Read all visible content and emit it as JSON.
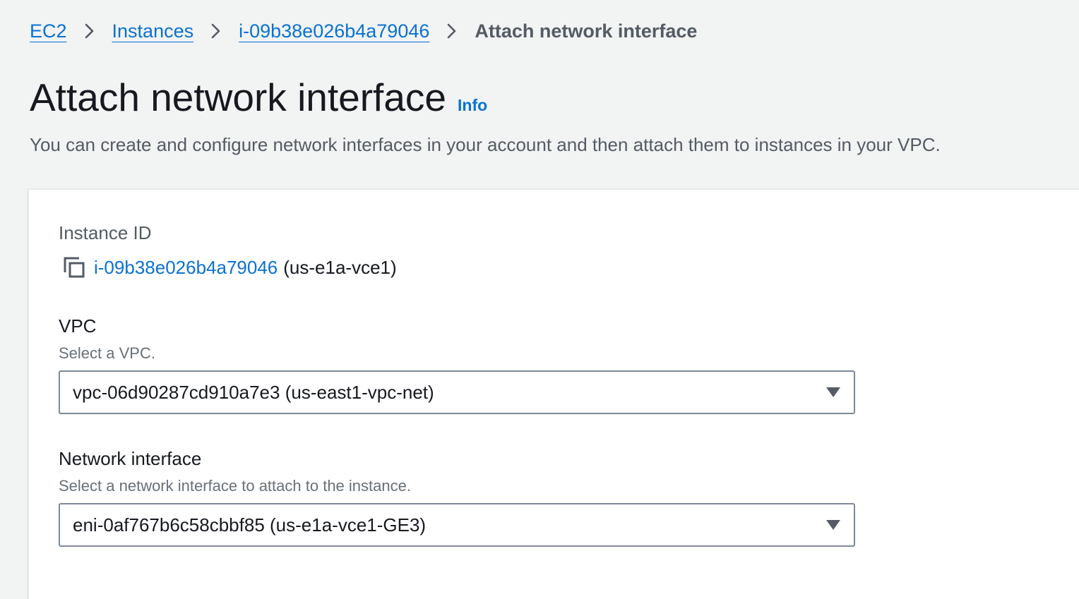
{
  "breadcrumb": {
    "items": [
      {
        "label": "EC2"
      },
      {
        "label": "Instances"
      },
      {
        "label": "i-09b38e026b4a79046"
      }
    ],
    "current": "Attach network interface"
  },
  "header": {
    "title": "Attach network interface",
    "info_label": "Info",
    "description": "You can create and configure network interfaces in your account and then attach them to instances in your VPC."
  },
  "form": {
    "instance": {
      "label": "Instance ID",
      "id": "i-09b38e026b4a79046",
      "name": "(us-e1a-vce1)"
    },
    "vpc": {
      "label": "VPC",
      "description": "Select a VPC.",
      "selected": "vpc-06d90287cd910a7e3 (us-east1-vpc-net)"
    },
    "network_interface": {
      "label": "Network interface",
      "description": "Select a network interface to attach to the instance.",
      "selected": "eni-0af767b6c58cbbf85 (us-e1a-vce1-GE3)"
    }
  },
  "icons": {
    "breadcrumb_separator": "chevron-right-icon",
    "copy": "copy-icon",
    "dropdown": "caret-down-icon"
  },
  "colors": {
    "link": "#0972d3",
    "text": "#16191f",
    "muted": "#545b64",
    "page_bg": "#f2f3f3",
    "panel_bg": "#ffffff",
    "select_border": "#7d8998"
  }
}
